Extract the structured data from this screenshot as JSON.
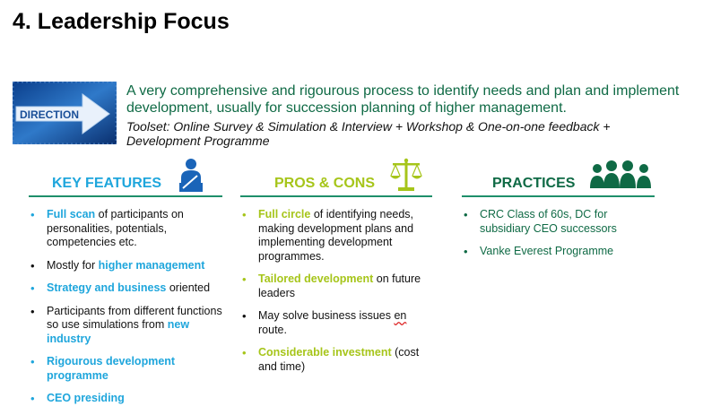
{
  "title": "4. Leadership Focus",
  "image_text": "DIRECTION",
  "intro": {
    "lead": "A very comprehensive and rigourous process to identify needs and plan and implement development, usually for succession planning of higher management.",
    "toolset": "Toolset: Online Survey & Simulation & Interview + Workshop & One-on-one feedback  + Development Programme"
  },
  "columns": {
    "key_features": {
      "heading": "KEY FEATURES",
      "icon": "person-writing-icon",
      "items": [
        {
          "hl": "Full scan",
          "rest": " of participants on personalities, potentials, competencies etc."
        },
        {
          "pre": "Mostly for ",
          "hl": "higher management"
        },
        {
          "hl": "Strategy and business",
          "rest": " oriented"
        },
        {
          "pre": "Participants from different functions so use simulations from ",
          "hl": "new industry"
        },
        {
          "hl": "Rigourous development programme"
        },
        {
          "hl": "CEO presiding"
        }
      ]
    },
    "pros_cons": {
      "heading": "PROS & CONS",
      "icon": "balance-scale-icon",
      "items": [
        {
          "hl": "Full circle",
          "rest": " of identifying needs, making development plans and implementing development programmes."
        },
        {
          "hl": "Tailored development",
          "rest": " on future leaders"
        },
        {
          "pre": "May solve business issues ",
          "squiggle": "en",
          "post": " route."
        },
        {
          "hl": "Considerable investment",
          "rest": " (cost and time)"
        }
      ]
    },
    "practices": {
      "heading": "PRACTICES",
      "icon": "group-people-icon",
      "items": [
        {
          "text": "CRC Class of 60s, DC for subsidiary CEO successors"
        },
        {
          "text": "Vanke Everest Programme"
        }
      ]
    }
  },
  "colors": {
    "blue": "#1fa6dc",
    "lime": "#a6c51a",
    "green": "#0f6a45",
    "rule": "#1e8f6a"
  }
}
